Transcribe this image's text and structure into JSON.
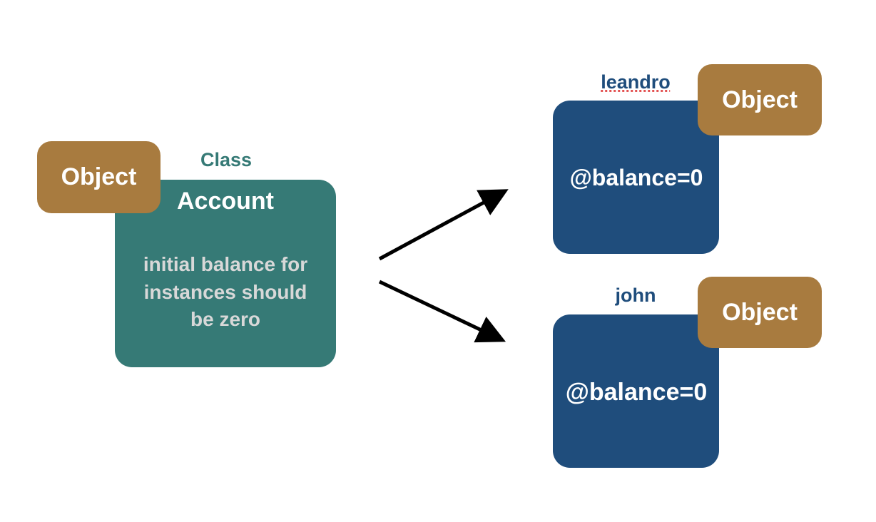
{
  "colors": {
    "object": "#a87b3f",
    "class_box": "#367a76",
    "instance_box": "#1f4d7c",
    "arrow": "#000000"
  },
  "class_node": {
    "tag": "Object",
    "label": "Class",
    "title": "Account",
    "description": [
      "initial balance for",
      "instances should",
      "be zero"
    ]
  },
  "instances": [
    {
      "label": "leandro",
      "tag": "Object",
      "value": "@balance=0"
    },
    {
      "label": "john",
      "tag": "Object",
      "value": "@balance=0"
    }
  ]
}
